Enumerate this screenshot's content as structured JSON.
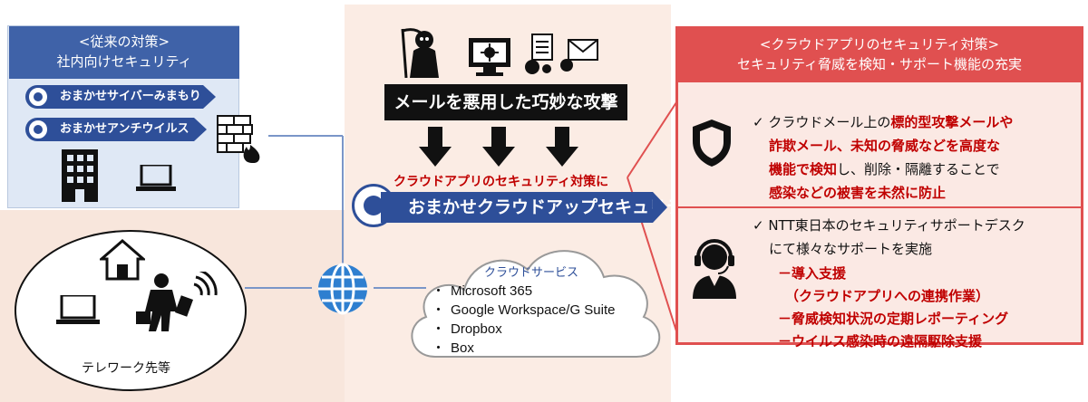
{
  "conventional": {
    "heading": "<従来の対策>",
    "subheading": "社内向けセキュリティ",
    "services": [
      "おまかせサイバーみまもり",
      "おまかせアンチウイルス"
    ]
  },
  "center": {
    "attack_label": "メールを悪用した巧妙な攻撃",
    "cloud_app_label": "クラウドアプリのセキュリティ対策に",
    "app_security_label": "おまかせクラウドアップセキュリティ"
  },
  "cloud_services": {
    "title": "クラウドサービス",
    "items": [
      "Microsoft 365",
      "Google Workspace/G Suite",
      "Dropbox",
      "Box"
    ]
  },
  "telework": {
    "label": "テレワーク先等"
  },
  "right_panel": {
    "heading": "<クラウドアプリのセキュリティ対策>",
    "subheading": "セキュリティ脅威を検知・サポート機能の充実",
    "section1": {
      "line1_pre": "✓ クラウドメール上の",
      "line1_red": "標的型攻撃メールや",
      "line2_red": "詐欺メール、未知の脅威などを高度な",
      "line3_red": "機能で検知",
      "line3_post": "し、削除・隔離することで",
      "line4_red": "感染などの被害を未然に防止"
    },
    "section2": {
      "line1": "✓ NTT東日本のセキュリティサポートデスク",
      "line2": "にて様々なサポートを実施",
      "items": [
        "－導入支援",
        "（クラウドアプリへの連携作業）",
        "－脅威検知状況の定期レポーティング",
        "－ウイルス感染時の遠隔駆除支援"
      ]
    }
  },
  "colors": {
    "navy": "#2e4f99",
    "red": "#e05050",
    "dark_red": "#c00000"
  }
}
